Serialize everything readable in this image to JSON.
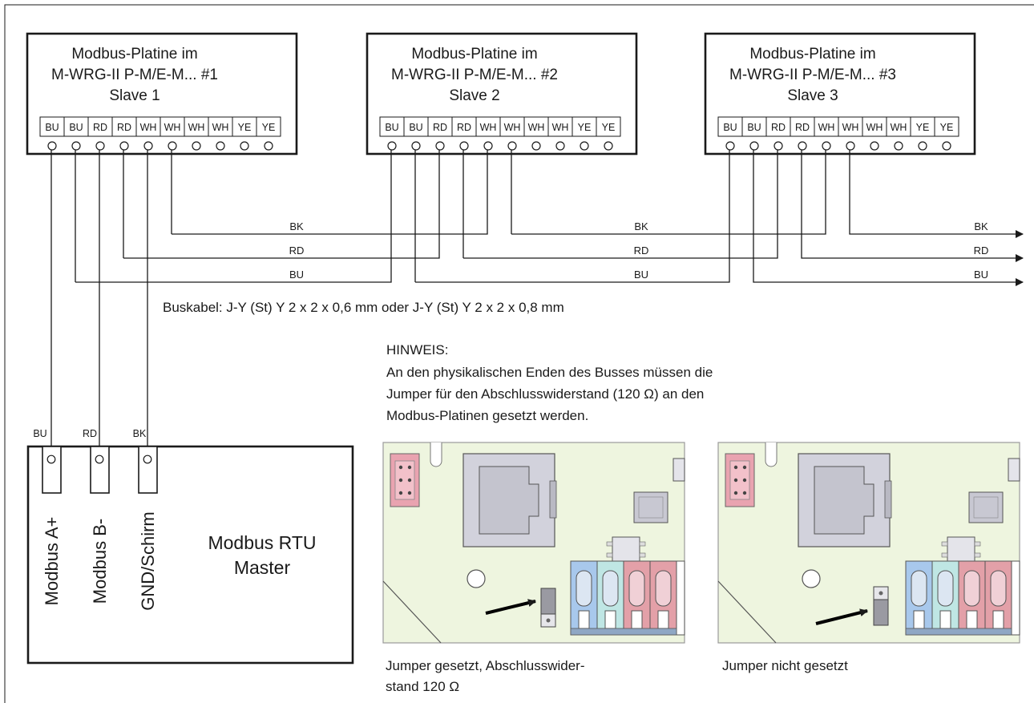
{
  "slaves": [
    {
      "line1": "Modbus-Platine im",
      "line2": "M-WRG-II P-M/E-M... #1",
      "line3": "Slave 1"
    },
    {
      "line1": "Modbus-Platine im",
      "line2": "M-WRG-II P-M/E-M... #2",
      "line3": "Slave 2"
    },
    {
      "line1": "Modbus-Platine im",
      "line2": "M-WRG-II P-M/E-M... #3",
      "line3": "Slave 3"
    }
  ],
  "terminals": [
    "BU",
    "BU",
    "RD",
    "RD",
    "WH",
    "WH",
    "WH",
    "WH",
    "YE",
    "YE"
  ],
  "wire_labels": {
    "bk": "BK",
    "rd": "RD",
    "bu": "BU"
  },
  "cable_text": "Buskabel: J-Y (St) Y 2 x 2 x 0,6 mm oder J-Y (St) Y 2 x 2 x 0,8 mm",
  "note": {
    "title": "HINWEIS:",
    "line1": "An den physikalischen Enden des Busses müssen die",
    "line2": "Jumper für den Abschlusswiderstand (120 Ω) an den",
    "line3": "Modbus-Platinen gesetzt werden."
  },
  "master": {
    "wire_labels": [
      "BU",
      "RD",
      "BK"
    ],
    "terminals": [
      "Modbus A+",
      "Modbus B-",
      "GND/Schirm"
    ],
    "title_line1": "Modbus RTU",
    "title_line2": "Master"
  },
  "captions": {
    "left_line1": "Jumper gesetzt, Abschlusswider-",
    "left_line2": "stand 120 Ω",
    "right": "Jumper nicht gesetzt"
  },
  "colors": {
    "board_green": "#eef5df",
    "rj45_gray": "#d2d2dc",
    "pink_connector": "#e9a3b0",
    "blue_terminal": "#a8c8ec",
    "cyan_terminal": "#bfe6e4",
    "red_terminal": "#e3a0a8",
    "line": "#1a1a1a"
  }
}
